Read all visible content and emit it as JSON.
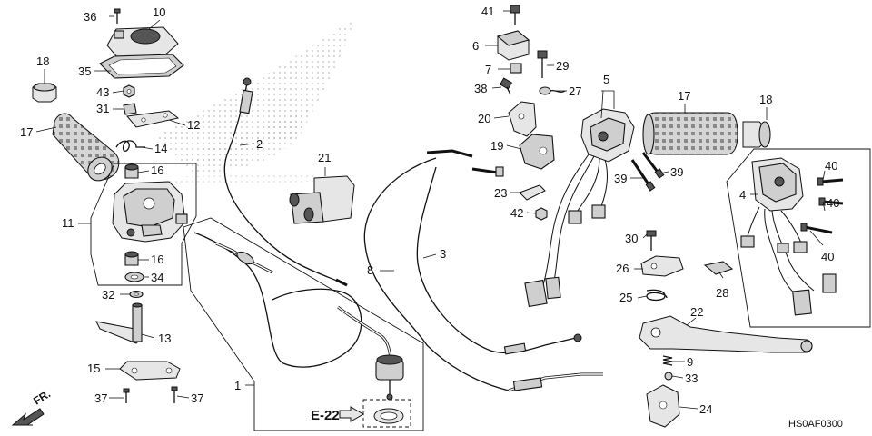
{
  "diagram": {
    "ref_code": "HS0AF0300",
    "front_label": "FR.",
    "cross_ref": "E-22",
    "callouts": [
      "1",
      "2",
      "3",
      "4",
      "5",
      "6",
      "7",
      "8",
      "9",
      "10",
      "11",
      "12",
      "13",
      "14",
      "15",
      "16",
      "16",
      "17",
      "17",
      "18",
      "18",
      "19",
      "20",
      "21",
      "22",
      "23",
      "24",
      "25",
      "26",
      "27",
      "28",
      "29",
      "30",
      "31",
      "32",
      "33",
      "34",
      "35",
      "36",
      "37",
      "37",
      "38",
      "39",
      "39",
      "40",
      "40",
      "40",
      "41",
      "42",
      "43"
    ]
  }
}
